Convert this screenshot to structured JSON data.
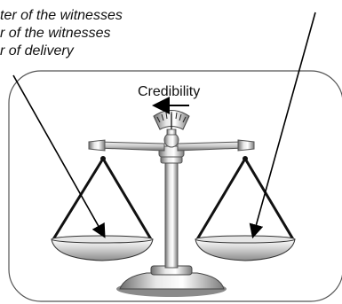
{
  "caption": {
    "lines": [
      "ter of the witnesses",
      "r of the witnesses",
      "r of delivery"
    ]
  },
  "diagram": {
    "arrow_label": "Credibility"
  }
}
